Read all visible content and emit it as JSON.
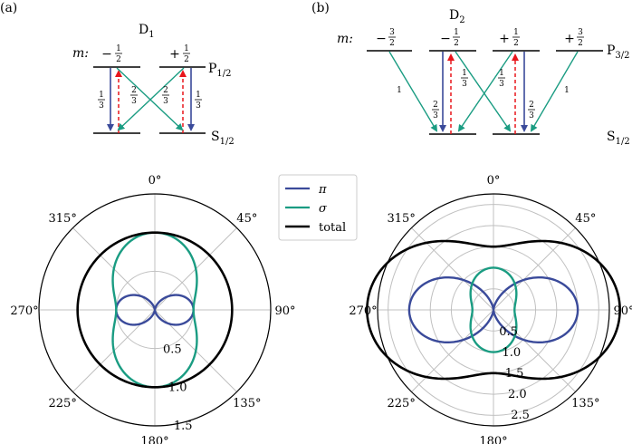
{
  "panel_a": {
    "label": "(a)",
    "title_main": "D",
    "title_sub": "1",
    "m_label": "m:",
    "m_values": [
      {
        "sign": "−",
        "num": "1",
        "den": "2"
      },
      {
        "sign": "+",
        "num": "1",
        "den": "2"
      }
    ],
    "upper_level": {
      "main": "P",
      "sub": "1/2"
    },
    "lower_level": {
      "main": "S",
      "sub": "1/2"
    },
    "fractions": [
      {
        "num": "1",
        "den": "3"
      },
      {
        "num": "2",
        "den": "3"
      },
      {
        "num": "2",
        "den": "3"
      },
      {
        "num": "1",
        "den": "3"
      }
    ]
  },
  "panel_b": {
    "label": "(b)",
    "title_main": "D",
    "title_sub": "2",
    "m_label": "m:",
    "m_values": [
      {
        "sign": "−",
        "num": "3",
        "den": "2"
      },
      {
        "sign": "−",
        "num": "1",
        "den": "2"
      },
      {
        "sign": "+",
        "num": "1",
        "den": "2"
      },
      {
        "sign": "+",
        "num": "3",
        "den": "2"
      }
    ],
    "upper_level": {
      "main": "P",
      "sub": "3/2"
    },
    "lower_level": {
      "main": "S",
      "sub": "1/2"
    },
    "fractions": [
      {
        "num": "2",
        "den": "3"
      },
      {
        "num": "1",
        "den": "3"
      },
      {
        "num": "1",
        "den": "3"
      },
      {
        "num": "2",
        "den": "3"
      }
    ],
    "ones": [
      "1",
      "1"
    ]
  },
  "legend": [
    {
      "name": "π",
      "color": "#3a4a9a"
    },
    {
      "name": "σ",
      "color": "#1a9c82"
    },
    {
      "name": "total",
      "color": "#000000"
    }
  ],
  "colors": {
    "pi": "#3a4a9a",
    "sigma": "#1a9c82",
    "total": "#000000",
    "laser": "#e8161c",
    "grid": "#c0c0c0"
  },
  "chart_data": [
    {
      "type": "polar",
      "angle_labels": [
        "0°",
        "45°",
        "90°",
        "135°",
        "180°",
        "225°",
        "270°",
        "315°"
      ],
      "radial_ticks": [
        0.5,
        1.0,
        1.5
      ],
      "radial_tick_labels": [
        "0.5",
        "1.0",
        "1.5"
      ],
      "rlim": [
        0,
        1.5
      ],
      "series": [
        {
          "name": "π",
          "formula": "sin^2(theta)",
          "amplitude": 0.5
        },
        {
          "name": "σ",
          "formula": "(1+cos^2(theta))/2",
          "amplitude": 1.0
        },
        {
          "name": "total",
          "formula": "constant",
          "amplitude": 1.0
        }
      ]
    },
    {
      "type": "polar",
      "angle_labels": [
        "0°",
        "45°",
        "90°",
        "135°",
        "180°",
        "225°",
        "270°",
        "315°"
      ],
      "radial_ticks": [
        0.5,
        1.0,
        1.5,
        2.0,
        2.5
      ],
      "radial_tick_labels": [
        "0.5",
        "1.0",
        "1.5",
        "2.0",
        "2.5"
      ],
      "rlim": [
        0,
        2.75
      ],
      "series": [
        {
          "name": "π",
          "formula": "sin^2(theta)",
          "amplitude": 2.0
        },
        {
          "name": "σ",
          "formula": "(1+cos^2(theta))/2",
          "amplitude": 1.0
        },
        {
          "name": "total",
          "formula": "1+sin^2(theta)",
          "amplitude": 1.5
        }
      ]
    }
  ]
}
